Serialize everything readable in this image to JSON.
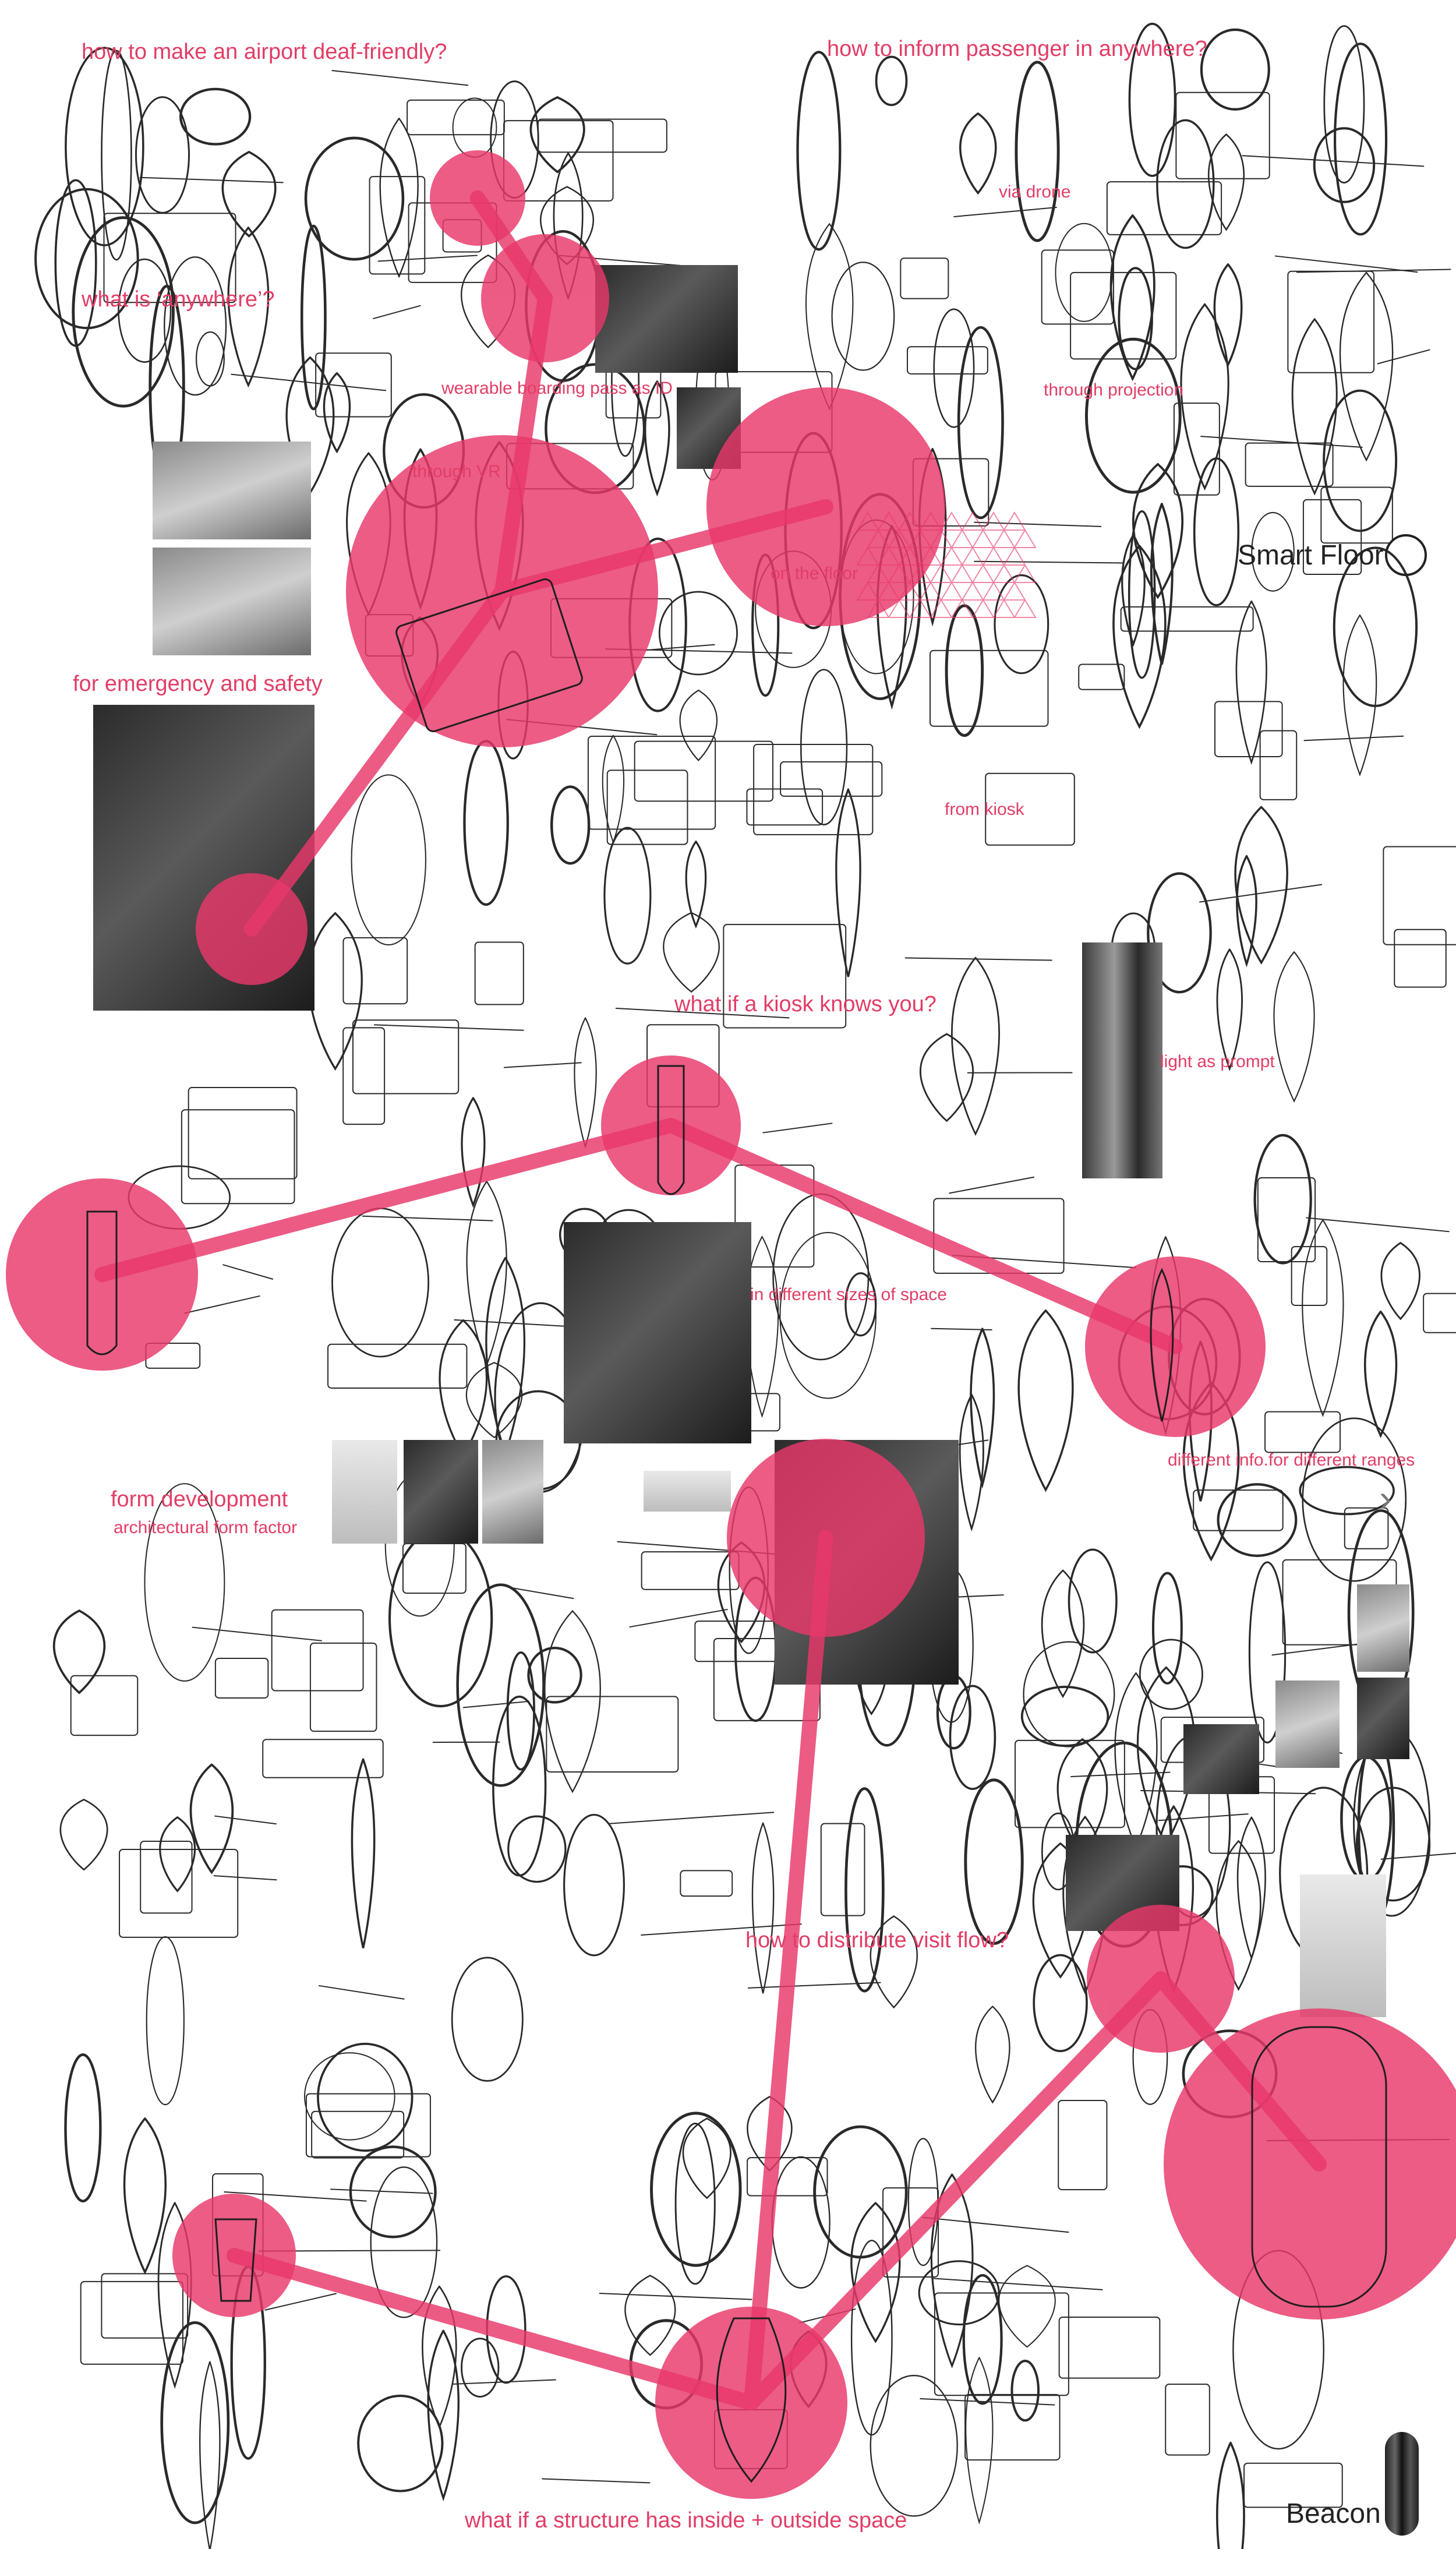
{
  "accent_color": "#e8386a",
  "labels": {
    "deaf_friendly": "how to make an airport deaf-friendly?",
    "inform_anywhere": "how to inform passenger in anywhere?",
    "via_drone": "via drone",
    "what_is_anywhere": "what is ‘anywhere’?",
    "wearable_pass": "wearable boarding pass as ID",
    "through_projection": "through projection",
    "through_vr": "through VR",
    "on_the_floor": "on the floor",
    "emergency_safety": "for emergency and safety",
    "from_kiosk": "from kiosk",
    "kiosk_knows_you": "what if a kiosk knows you?",
    "light_as_prompt": "light as prompt",
    "different_sizes": "in different sizes of space",
    "different_info": "different info.for different ranges",
    "form_development": "form development",
    "architectural_form": "architectural form factor",
    "distribute_flow": "how to distribute visit flow?",
    "inside_outside": "what if a structure has inside + outside space"
  },
  "sections": {
    "smart_floor": "Smart Floor",
    "beacon": "Beacon"
  },
  "icons": {
    "smart_floor": "ring-icon",
    "beacon": "beacon-capsule-icon",
    "next": "chevron-right-icon"
  },
  "next_glyph": "›"
}
